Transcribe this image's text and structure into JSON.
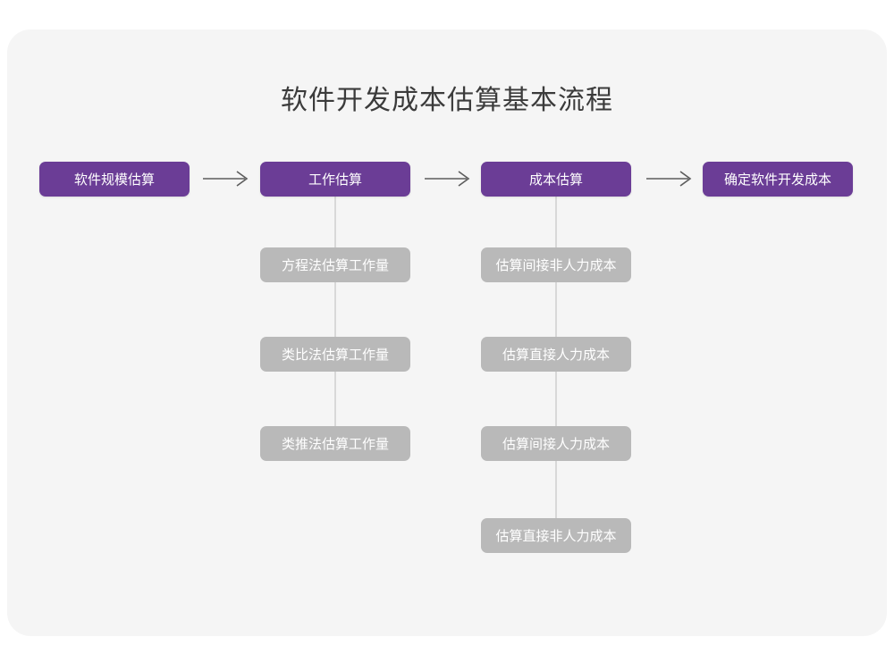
{
  "diagram": {
    "title": "软件开发成本估算基本流程",
    "background_color": "#f5f5f5",
    "page_color": "#ffffff",
    "primary_color": "#6b3d96",
    "secondary_color": "#b9b9b9",
    "connector_color": "#d8d8d8",
    "title_color": "#3b3b3b",
    "main_flow": [
      {
        "id": "step-1",
        "label": "软件规模估算"
      },
      {
        "id": "step-2",
        "label": "工作估算"
      },
      {
        "id": "step-3",
        "label": "成本估算"
      },
      {
        "id": "step-4",
        "label": "确定软件开发成本"
      }
    ],
    "arrows": [
      {
        "id": "arrow-1",
        "glyph": "arrow-right-icon",
        "from": "step-1",
        "to": "step-2"
      },
      {
        "id": "arrow-2",
        "glyph": "arrow-right-icon",
        "from": "step-2",
        "to": "step-3"
      },
      {
        "id": "arrow-3",
        "glyph": "arrow-right-icon",
        "from": "step-3",
        "to": "step-4"
      }
    ],
    "branches": [
      {
        "parent": "step-2",
        "parent_label": "工作估算",
        "items": [
          {
            "label": "方程法估算工作量"
          },
          {
            "label": "类比法估算工作量"
          },
          {
            "label": "类推法估算工作量"
          }
        ]
      },
      {
        "parent": "step-3",
        "parent_label": "成本估算",
        "items": [
          {
            "label": "估算间接非人力成本"
          },
          {
            "label": "估算直接人力成本"
          },
          {
            "label": "估算间接人力成本"
          },
          {
            "label": "估算直接非人力成本"
          }
        ]
      }
    ]
  }
}
